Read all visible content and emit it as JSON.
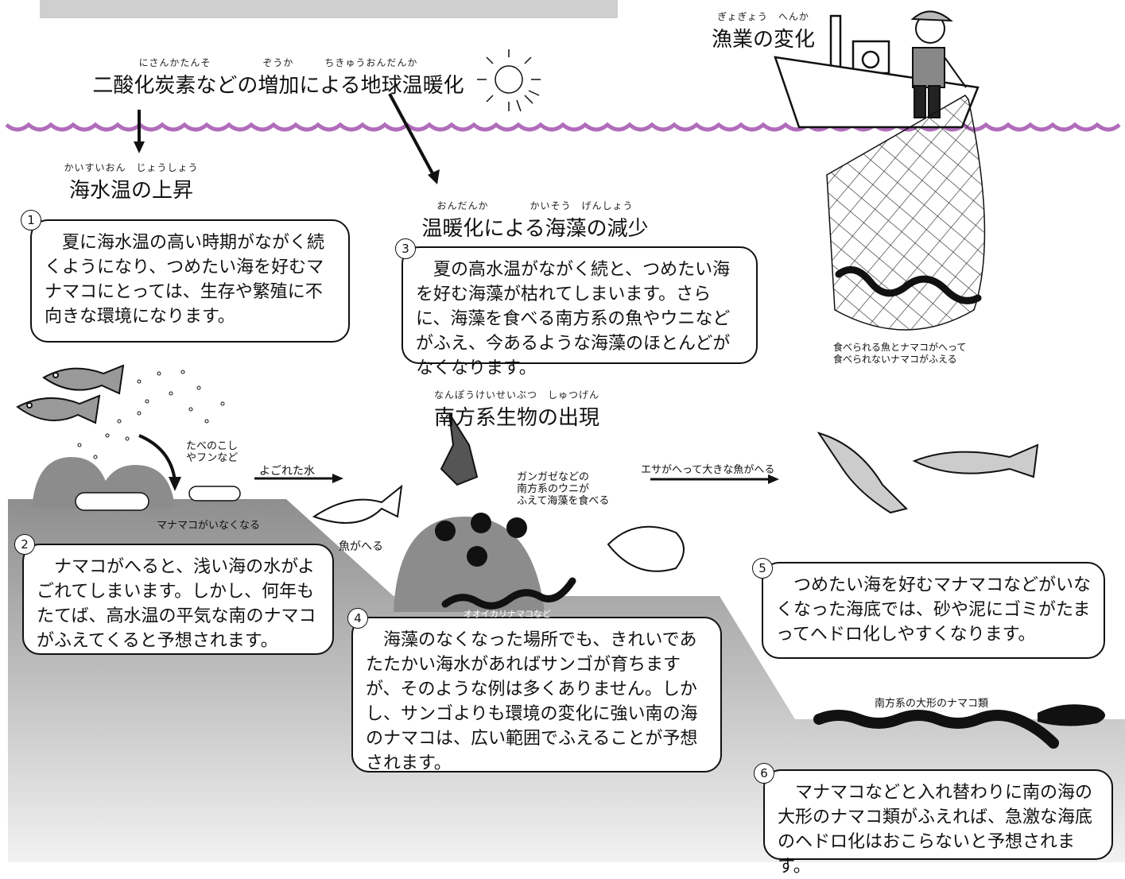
{
  "header": {
    "ruby": "にさんかたんそ　　　　　ぞうか　　　ちきゅうおんだんか",
    "title": "二酸化炭素などの増加による地球温暖化"
  },
  "fishery": {
    "ruby": "ぎょぎょう　へんか",
    "title": "漁業の変化"
  },
  "water_temp": {
    "ruby": "かいすいおん　じょうしょう",
    "title": "海水温の上昇"
  },
  "seaweed": {
    "ruby": "おんだんか　　　　かいそう　げんしょう",
    "title": "温暖化による海藻の減少"
  },
  "southern": {
    "ruby": "なんぽうけいせいぶつ　しゅつげん",
    "title": "南方系生物の出現"
  },
  "boxes": [
    {
      "num": "1",
      "text": "夏に海水温の高い時期がながく続くようになり、つめたい海を好むマナマコにとっては、生存や繁殖に不向きな環境になります。"
    },
    {
      "num": "2",
      "text": "ナマコがへると、浅い海の水がよごれてしまいます。しかし、何年もたてば、高水温の平気な南のナマコがふえてくると予想されます。"
    },
    {
      "num": "3",
      "text": "夏の高水温がながく続と、つめたい海を好む海藻が枯れてしまいます。さらに、海藻を食べる南方系の魚やウニなどがふえ、今あるような海藻のほとんどがなくなります。"
    },
    {
      "num": "4",
      "text": "海藻のなくなった場所でも、きれいであたたかい海水があればサンゴが育ちますが、そのような例は多くありません。しかし、サンゴよりも環境の変化に強い南の海のナマコは、広い範囲でふえることが予想されます。"
    },
    {
      "num": "5",
      "text": "つめたい海を好むマナマコなどがいなくなった海底では、砂や泥にゴミがたまってヘドロ化しやすくなります。"
    },
    {
      "num": "6",
      "text": "マナマコなどと入れ替わりに南の海の大形のナマコ類がふえれば、急激な海底のヘドロ化はおこらないと予想されます。"
    }
  ],
  "labels": {
    "leftovers": "たべのこし\nやフンなど",
    "dirty_water": "よごれた水",
    "manamako_gone": "マナマコがいなくなる",
    "fish_decrease": "魚がへる",
    "urchin": "ガンガゼなどの\n南方系のウニが\nふえて海藻を食べる",
    "oikari": "オオイカリナマコなど",
    "food_decrease": "エサがへって大きな魚がへる",
    "net_caption": "食べられる魚とナマコがへって\n食べられないナマコがふえる",
    "large_namako": "南方系の大形のナマコ類"
  },
  "colors": {
    "wave": "#b06cba",
    "seabed": "#9a9a9a",
    "rock": "#8c8c8c",
    "topbar": "#cfcfcf"
  }
}
